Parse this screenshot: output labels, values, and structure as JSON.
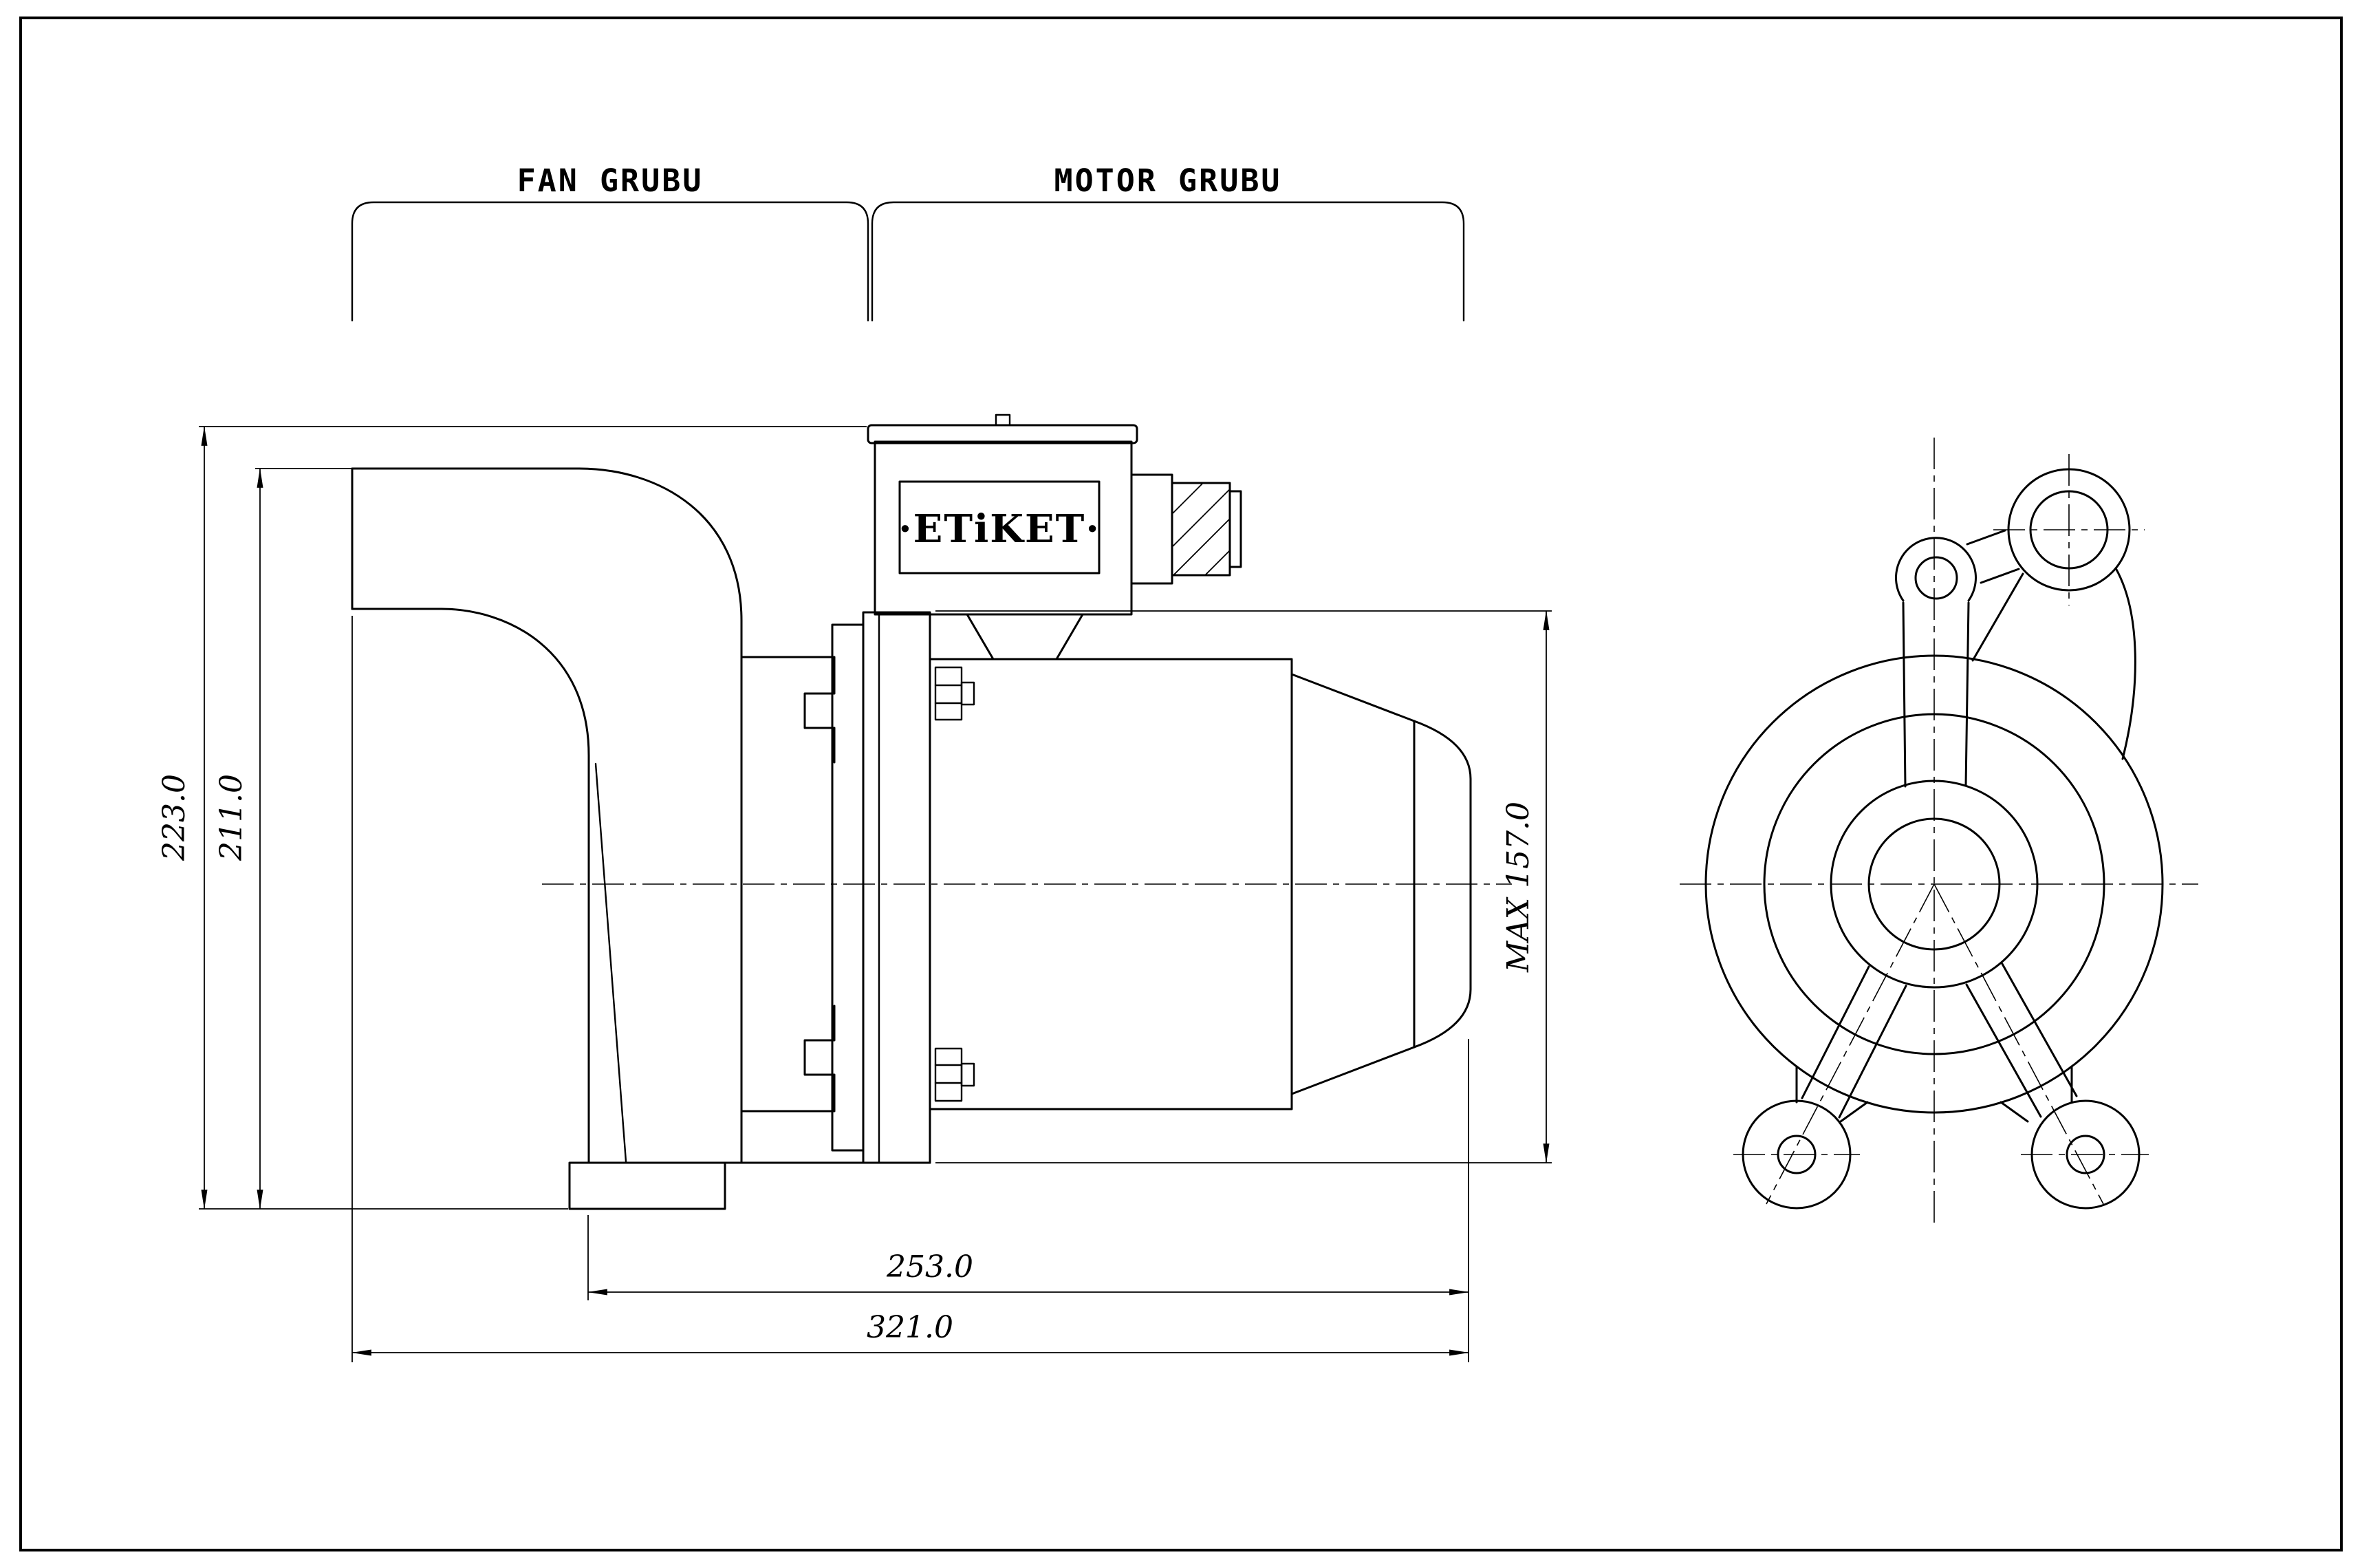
{
  "sheet": {
    "background": "#ffffff",
    "line_color": "#000000"
  },
  "group_labels": {
    "fan": "FAN GRUBU",
    "motor": "MOTOR GRUBU"
  },
  "nameplate": {
    "text": "·ETiKET·"
  },
  "dimensions": {
    "height_total": "223.0",
    "height_inlet": "211.0",
    "diameter_max": "MAX 157.0",
    "length_motor": "253.0",
    "length_total": "321.0"
  }
}
